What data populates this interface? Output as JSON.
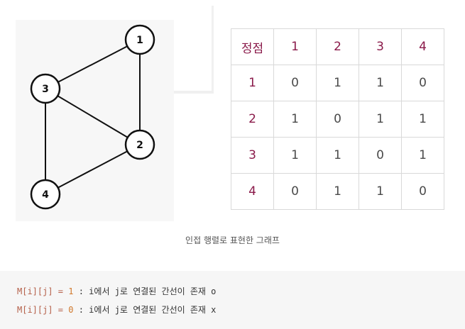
{
  "graph": {
    "nodes": [
      "1",
      "2",
      "3",
      "4"
    ],
    "edges": [
      [
        "1",
        "2"
      ],
      [
        "1",
        "3"
      ],
      [
        "3",
        "2"
      ],
      [
        "3",
        "4"
      ],
      [
        "4",
        "2"
      ]
    ],
    "colors": {
      "stroke": "#111111",
      "fill": "#ffffff",
      "label": "#111111"
    }
  },
  "table": {
    "corner": "정점",
    "headers": [
      "1",
      "2",
      "3",
      "4"
    ],
    "rows": [
      {
        "label": "1",
        "values": [
          "0",
          "1",
          "1",
          "0"
        ]
      },
      {
        "label": "2",
        "values": [
          "1",
          "0",
          "1",
          "1"
        ]
      },
      {
        "label": "3",
        "values": [
          "1",
          "1",
          "0",
          "1"
        ]
      },
      {
        "label": "4",
        "values": [
          "0",
          "1",
          "1",
          "0"
        ]
      }
    ],
    "colors": {
      "header": "#8a1a4a",
      "value": "#4a4a4a"
    }
  },
  "caption": "인접 행렬로 표현한 그래프",
  "code": {
    "lines": [
      {
        "var": "M[i][j]",
        "op": " = ",
        "num": "1",
        "rest": " : i에서 j로 연결된 간선이 존재 o"
      },
      {
        "var": "M[i][j]",
        "op": " = ",
        "num": "0",
        "rest": " : i에서 j로 연결된 간선이 존재 x"
      }
    ],
    "colors": {
      "var": "#b5604a",
      "num": "#d0782c"
    }
  }
}
